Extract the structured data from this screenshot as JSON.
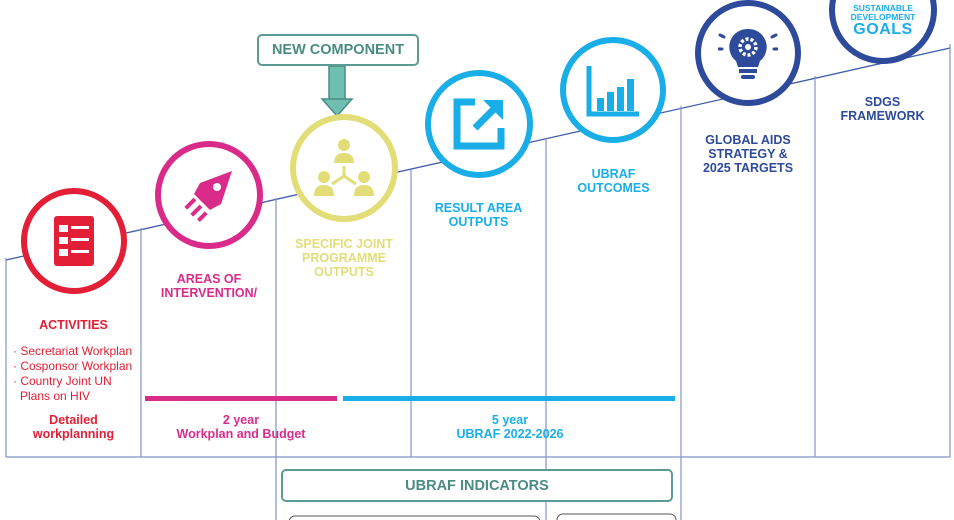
{
  "new_component": {
    "label": "NEW COMPONENT"
  },
  "columns": [
    {
      "title": "ACTIVITIES",
      "icon": "checklist-icon",
      "color": "#e21f36"
    },
    {
      "title": "AREAS OF INTERVENTION/",
      "icon": "rocket-icon",
      "color": "#d92c8a"
    },
    {
      "title": "SPECIFIC JOINT PROGRAMME OUTPUTS",
      "icon": "team-network-icon",
      "color": "#e3dd77"
    },
    {
      "title": "RESULT AREA OUTPUTS",
      "icon": "external-link-icon",
      "color": "#19aee8"
    },
    {
      "title": "UBRAF OUTCOMES",
      "icon": "bar-chart-icon",
      "color": "#19aee8"
    },
    {
      "title": "GLOBAL AIDS STRATEGY & 2025 TARGETS",
      "icon": "lightbulb-gear-icon",
      "color": "#2e4a9b"
    },
    {
      "title": "SDGS FRAMEWORK",
      "icon": "sdg-logo",
      "color": "#2e4a9b"
    }
  ],
  "sdg_logo": {
    "line1": "SUSTAINABLE",
    "line2": "DEVELOPMENT",
    "line3": "GOALS"
  },
  "activities_list": [
    "· Secretariat Workplan",
    "· Cosponsor Workplan",
    "· Country Joint UN Plans on HIV"
  ],
  "timeframes": [
    {
      "line1": "Detailed",
      "line2": "workplanning",
      "color": "#e21f36"
    },
    {
      "line1": "2 year",
      "line2": "Workplan and Budget",
      "color": "#d92c8a"
    },
    {
      "line1": "5 year",
      "line2": "UBRAF 2022-2026",
      "color": "#19aee8"
    }
  ],
  "indicators": {
    "label": "UBRAF INDICATORS"
  }
}
